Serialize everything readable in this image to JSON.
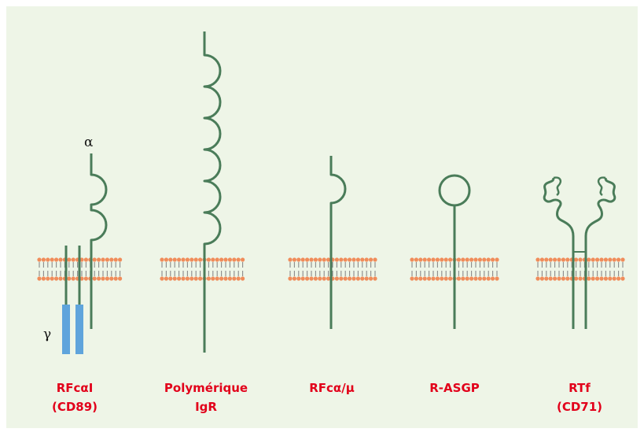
{
  "greek_labels": {
    "alpha": "α",
    "gamma": "γ"
  },
  "receptors": [
    {
      "name": "RFcαI",
      "line1": "RFcαI",
      "line2": "(CD89)"
    },
    {
      "name": "polymeric-igr",
      "line1": "Polymérique",
      "line2": "IgR"
    },
    {
      "name": "rfc-alpha-mu",
      "line1": "RFcα/μ",
      "line2": ""
    },
    {
      "name": "r-asgp",
      "line1": "R-ASGP",
      "line2": ""
    },
    {
      "name": "rtf",
      "line1": "RTf",
      "line2": "(CD71)"
    }
  ],
  "colors": {
    "background": "#eef5e7",
    "chain": "#4a7c59",
    "lipid_head": "#f08c5a",
    "gamma_chain": "#5fa4dc",
    "label": "#e2001a"
  }
}
